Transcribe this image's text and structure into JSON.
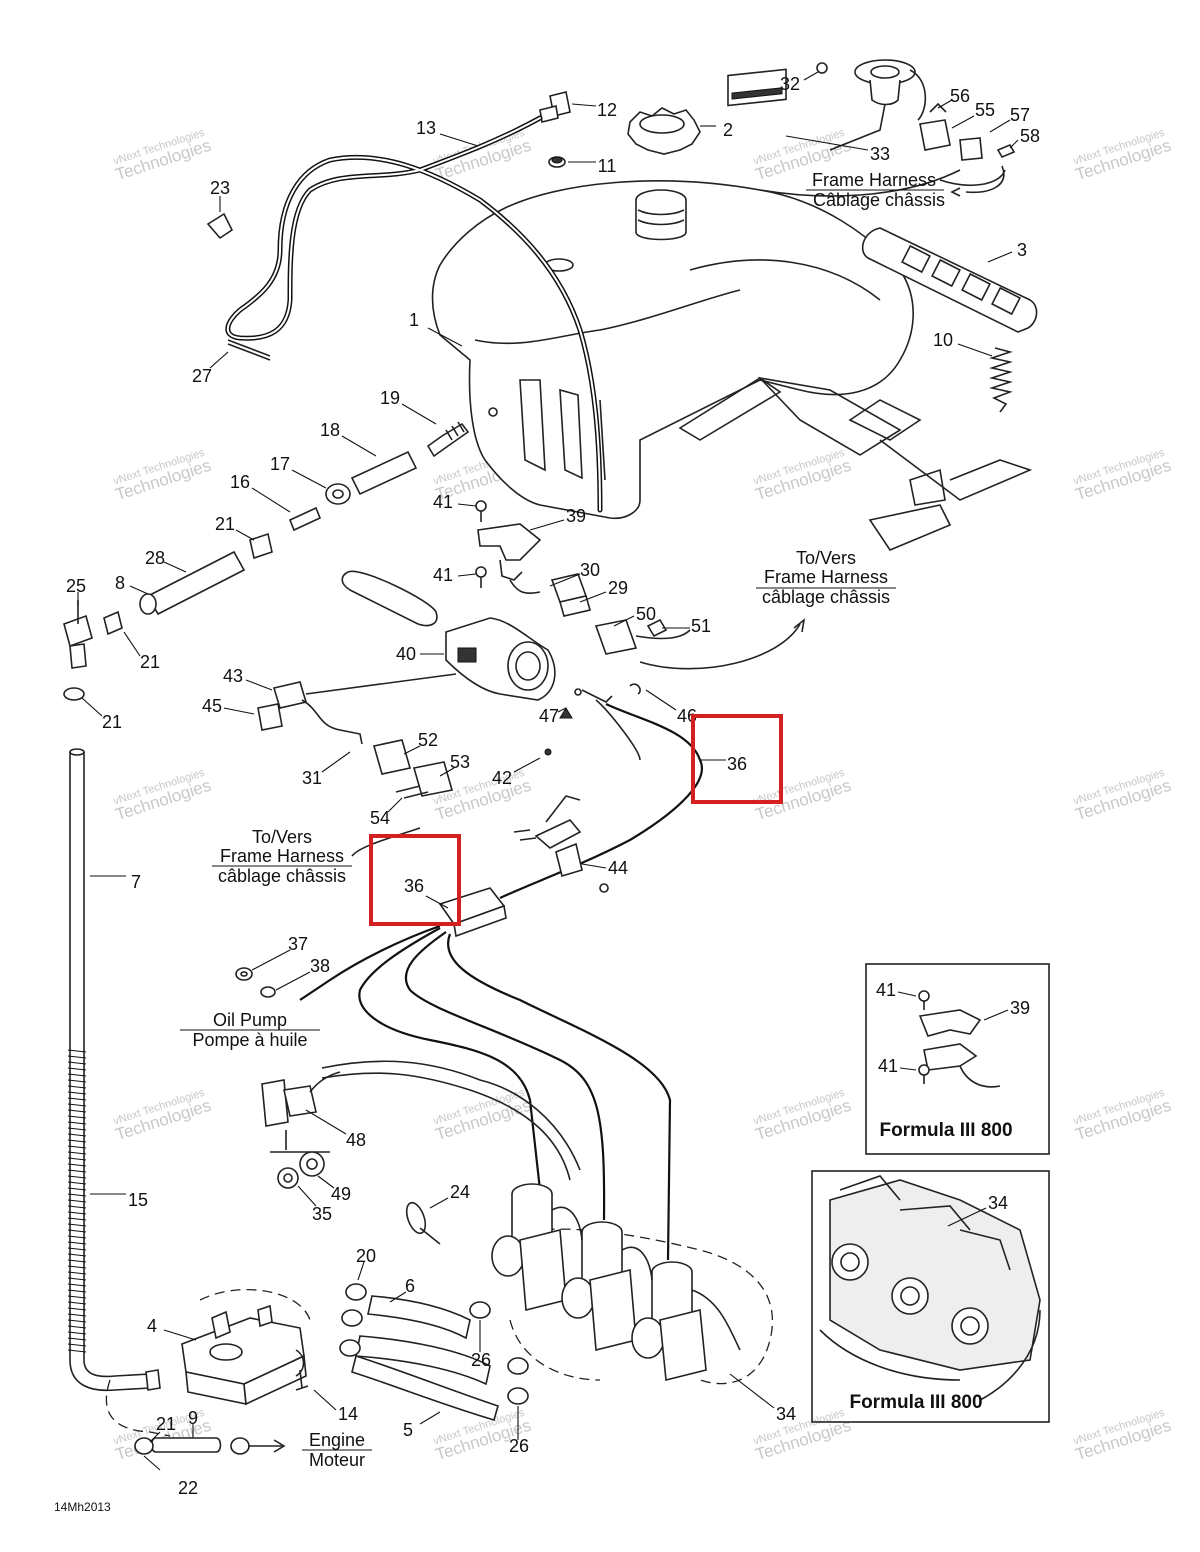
{
  "callouts": [
    {
      "n": "1"
    },
    {
      "n": "2"
    },
    {
      "n": "3"
    },
    {
      "n": "4"
    },
    {
      "n": "5"
    },
    {
      "n": "6"
    },
    {
      "n": "7"
    },
    {
      "n": "8"
    },
    {
      "n": "9"
    },
    {
      "n": "10"
    },
    {
      "n": "11"
    },
    {
      "n": "12"
    },
    {
      "n": "13"
    },
    {
      "n": "14"
    },
    {
      "n": "15"
    },
    {
      "n": "16"
    },
    {
      "n": "17"
    },
    {
      "n": "18"
    },
    {
      "n": "19"
    },
    {
      "n": "20"
    },
    {
      "n": "21"
    },
    {
      "n": "21"
    },
    {
      "n": "21"
    },
    {
      "n": "21"
    },
    {
      "n": "22"
    },
    {
      "n": "23"
    },
    {
      "n": "24"
    },
    {
      "n": "25"
    },
    {
      "n": "26"
    },
    {
      "n": "26"
    },
    {
      "n": "27"
    },
    {
      "n": "28"
    },
    {
      "n": "29"
    },
    {
      "n": "30"
    },
    {
      "n": "31"
    },
    {
      "n": "32"
    },
    {
      "n": "33"
    },
    {
      "n": "34"
    },
    {
      "n": "34"
    },
    {
      "n": "35"
    },
    {
      "n": "36"
    },
    {
      "n": "36"
    },
    {
      "n": "37"
    },
    {
      "n": "38"
    },
    {
      "n": "39"
    },
    {
      "n": "39"
    },
    {
      "n": "40"
    },
    {
      "n": "41"
    },
    {
      "n": "41"
    },
    {
      "n": "41"
    },
    {
      "n": "41"
    },
    {
      "n": "42"
    },
    {
      "n": "43"
    },
    {
      "n": "44"
    },
    {
      "n": "45"
    },
    {
      "n": "46"
    },
    {
      "n": "47"
    },
    {
      "n": "48"
    },
    {
      "n": "49"
    },
    {
      "n": "50"
    },
    {
      "n": "51"
    },
    {
      "n": "52"
    },
    {
      "n": "53"
    },
    {
      "n": "54"
    },
    {
      "n": "55"
    },
    {
      "n": "56"
    },
    {
      "n": "57"
    },
    {
      "n": "58"
    }
  ],
  "captions": {
    "frame_harness_top_en": "Frame Harness",
    "frame_harness_top_fr": "Câblage châssis",
    "to_vers_right": "To/Vers",
    "frame_harness_right_en": "Frame Harness",
    "frame_harness_right_fr": "câblage châssis",
    "to_vers_left": "To/Vers",
    "frame_harness_left_en": "Frame Harness",
    "frame_harness_left_fr": "câblage châssis",
    "oil_pump_en": "Oil Pump",
    "oil_pump_fr": "Pompe à huile",
    "engine_en": "Engine",
    "engine_fr": "Moteur"
  },
  "insets": [
    {
      "title": "Formula III 800"
    },
    {
      "title": "Formula III 800"
    }
  ],
  "drawing_code": "14Mh2013",
  "watermark": {
    "line1": "vNext Technologies",
    "line2": "Technologies"
  },
  "highlight_color": "#d42020"
}
